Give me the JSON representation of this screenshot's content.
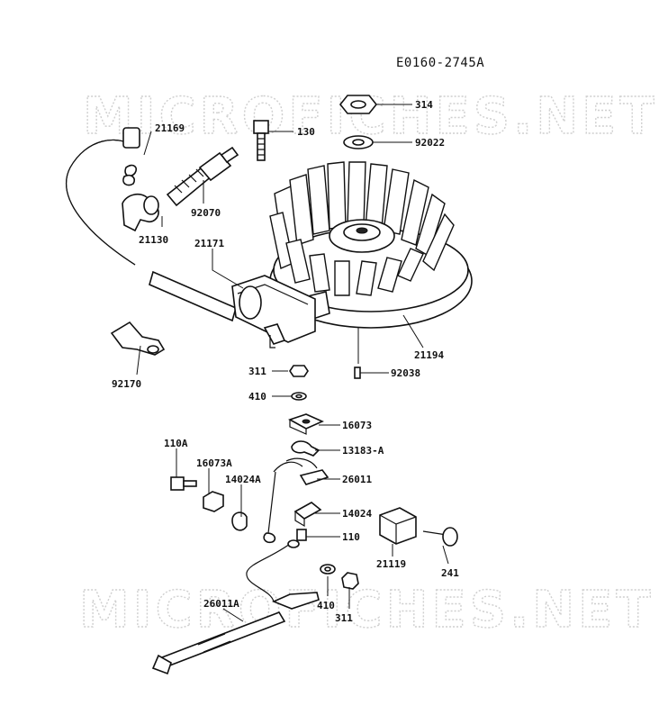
{
  "diagram": {
    "code": "E0160-2745A",
    "watermark_top": "MICROFICHES.NET",
    "watermark_bottom": "MICROFICHES.NET",
    "labels": {
      "p314": "314",
      "p92022": "92022",
      "p130": "130",
      "p21169": "21169",
      "p92070": "92070",
      "p21130": "21130",
      "p21171": "21171",
      "p21194": "21194",
      "p92170": "92170",
      "p311a": "311",
      "p92038": "92038",
      "p410a": "410",
      "p16073": "16073",
      "p13183a": "13183-A",
      "p110a": "110A",
      "p16073a": "16073A",
      "p14024a": "14024A",
      "p26011": "26011",
      "p14024": "14024",
      "p110": "110",
      "p21119": "21119",
      "p241": "241",
      "p26011a": "26011A",
      "p410b": "410",
      "p311b": "311"
    }
  }
}
